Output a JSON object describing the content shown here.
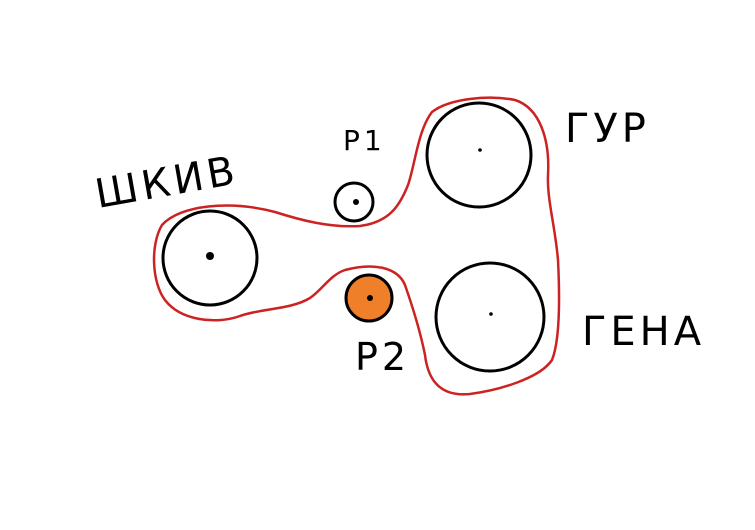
{
  "labels": {
    "crank": "ШКИВ",
    "p1": "Р1",
    "p2": "Р2",
    "power_steering": "ГУР",
    "generator": "ГЕНА"
  },
  "colors": {
    "belt": "#cc2222",
    "pulley_outline": "#000000",
    "p2_fill": "#f07f2a",
    "background": "#ffffff"
  }
}
